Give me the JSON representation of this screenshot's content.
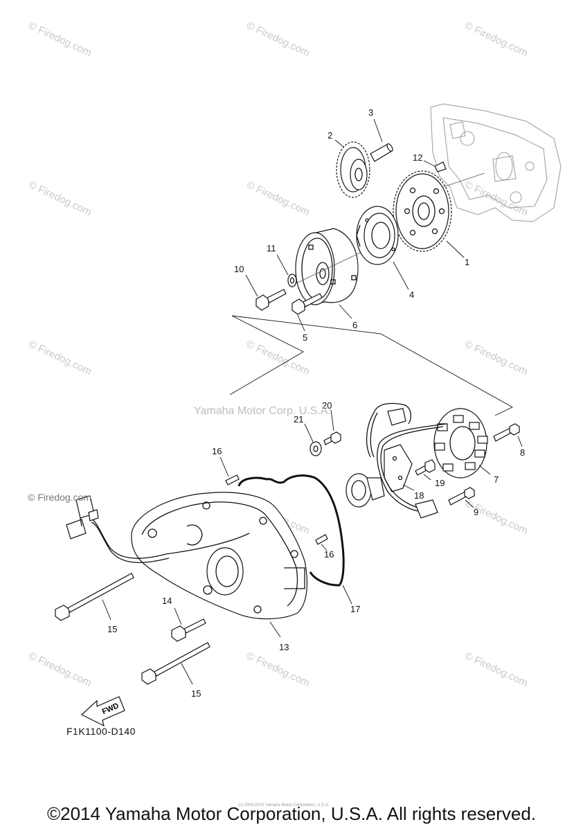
{
  "watermark": {
    "text": "© Firedog.com"
  },
  "corp_watermark": "Yamaha Motor Corp. U.S.A.",
  "side_watermark": "© Firedog.com",
  "diagram_code": "F1K1100-D140",
  "fwd_label": "FWD",
  "copyright": "©2014 Yamaha Motor Corporation, U.S.A. All rights reserved.",
  "tiny_credit": "(c) 2000-2015 Yamaha Motor Corporation, U.S.A.",
  "callouts": {
    "c1": "1",
    "c2": "2",
    "c3": "3",
    "c4": "4",
    "c5": "5",
    "c6": "6",
    "c7": "7",
    "c8": "8",
    "c9": "9",
    "c10": "10",
    "c11": "11",
    "c12": "12",
    "c13": "13",
    "c14": "14",
    "c15a": "15",
    "c15b": "15",
    "c16a": "16",
    "c16b": "16",
    "c17": "17",
    "c18": "18",
    "c19": "19",
    "c20": "20",
    "c21": "21"
  }
}
